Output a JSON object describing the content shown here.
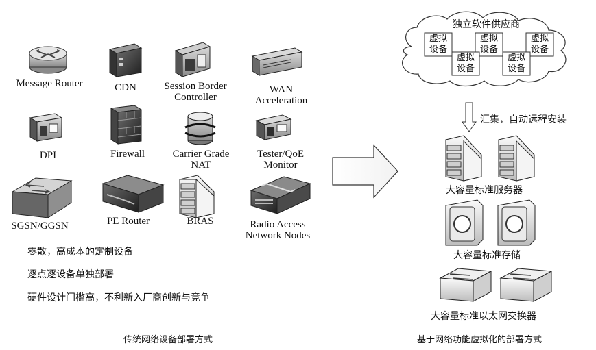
{
  "left": {
    "devices": [
      {
        "label": "Message Router",
        "icon": "router-icon"
      },
      {
        "label": "CDN",
        "icon": "cdn-rack-icon"
      },
      {
        "label": "Session Border\nController",
        "icon": "session-border-controller-icon"
      },
      {
        "label": "WAN\nAcceleration",
        "icon": "wan-accelerator-icon"
      },
      {
        "label": "DPI",
        "icon": "dpi-appliance-icon"
      },
      {
        "label": "Firewall",
        "icon": "firewall-icon"
      },
      {
        "label": "Carrier Grade\nNAT",
        "icon": "cgnat-icon"
      },
      {
        "label": "Tester/QoE\nMonitor",
        "icon": "tester-icon"
      },
      {
        "label": "SGSN/GGSN",
        "icon": "switch-icon"
      },
      {
        "label": "PE Router",
        "icon": "pe-router-icon"
      },
      {
        "label": "BRAS",
        "icon": "bras-server-icon"
      },
      {
        "label": "Radio Access\nNetwork Nodes",
        "icon": "radio-access-node-icon"
      }
    ],
    "bullets": [
      "零散，高成本的定制设备",
      "逐点逐设备单独部署",
      "硬件设计门槛高，不利新入厂商创新与竞争"
    ],
    "caption": "传统网络设备部署方式"
  },
  "right": {
    "cloud_title": "独立软件供应商",
    "vm_label": "虚拟\n设备",
    "arrow_label": "汇集，自动远程安装",
    "servers_label": "大容量标准服务器",
    "storage_label": "大容量标准存储",
    "switches_label": "大容量标准以太网交换器",
    "caption": "基于网络功能虚拟化的部署方式"
  }
}
